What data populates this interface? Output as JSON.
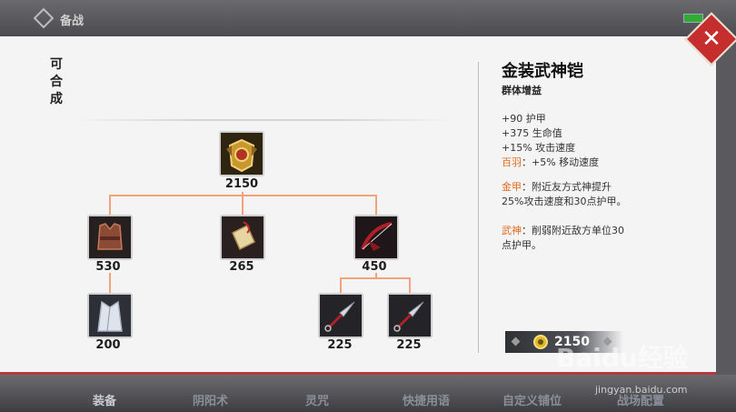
{
  "header": {
    "title": "备战"
  },
  "close": {
    "symbol": "✕"
  },
  "synth_label": [
    "可",
    "合",
    "成"
  ],
  "recipe": {
    "root": {
      "price": "2150",
      "icon": "golden-armor"
    },
    "children": [
      {
        "price": "530",
        "icon": "leather-vest"
      },
      {
        "price": "265",
        "icon": "scroll-card"
      },
      {
        "price": "450",
        "icon": "red-bow"
      }
    ],
    "grandchildren": [
      {
        "price": "200",
        "icon": "white-robe"
      },
      {
        "price": "225",
        "icon": "kunai"
      },
      {
        "price": "225",
        "icon": "kunai"
      }
    ]
  },
  "detail": {
    "name": "金装武神铠",
    "subtitle": "群体增益",
    "stats": [
      "+90 护甲",
      "+375 生命值",
      "+15% 攻击速度"
    ],
    "bonus_tag": "百羽",
    "bonus_text": "：+5% 移动速度",
    "passive1_tag": "金甲",
    "passive1_text": "：附近友方式神提升25%攻击速度和30点护甲。",
    "passive2_tag": "武神",
    "passive2_text": "：削弱附近敌方单位30点护甲。",
    "cost": "2150"
  },
  "bottom_tabs": [
    "装备",
    "阴阳术",
    "灵咒",
    "快捷用语",
    "自定义铺位",
    "战场配置"
  ],
  "watermark": {
    "brand": "Baidu经验",
    "url": "jingyan.baidu.com"
  },
  "colors": {
    "accent": "#e06a1e",
    "close": "#c62d2d",
    "connector": "#f2a37d"
  }
}
